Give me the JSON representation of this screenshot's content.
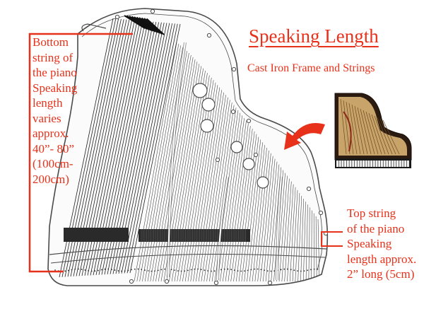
{
  "title": "Speaking Length",
  "subtitle": "Cast Iron Frame and Strings",
  "bottom_string_label": "Bottom\nstring of\nthe piano\nSpeaking\nlength\nvaries\napprox.\n40”- 80”\n(100cm-\n200cm)",
  "top_string_label": "Top string\nof the piano\nSpeaking\nlength approx.\n2” long (5cm)",
  "colors": {
    "accent": "#e8311a",
    "frame_line": "#4a4a4a",
    "string_dark": "#1f1f1f",
    "felt_dark": "#2a2a2a",
    "photo_wood": "#c9a46a"
  },
  "icons": {
    "curved_arrow": "curved-arrow-icon",
    "piano_photo": "grand-piano-thumbnail"
  }
}
